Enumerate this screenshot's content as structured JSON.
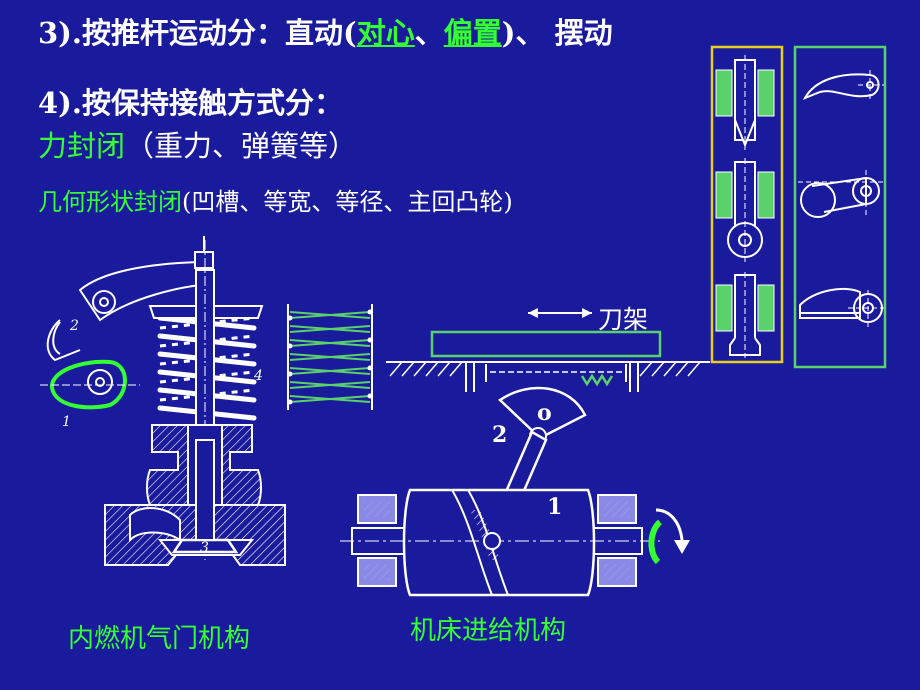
{
  "line1": {
    "prefix": "3).按推杆运动分：直动(",
    "opt1": "对心",
    "sep": "、",
    "opt2": "偏置",
    "suffix": ")、 摆动"
  },
  "line2": {
    "text": "4).按保持接触方式分："
  },
  "line3": {
    "green": "力封闭",
    "white": "（重力、弹簧等）"
  },
  "line4": {
    "green": "几何形状封闭",
    "white": "(凹槽、等宽、等径、主回凸轮)"
  },
  "labels": {
    "tool_holder": "刀架",
    "engine_caption": "内燃机气门机构",
    "lathe_caption": "机床进给机构",
    "num_2": "2",
    "num_0": "o",
    "num_1": "1",
    "engine_num_2": "2",
    "engine_num_1": "1",
    "engine_num_3": "3",
    "engine_num_4": "4"
  },
  "colors": {
    "background": "#1a1a9c",
    "highlight_green": "#33ff33",
    "box_yellow": "#e8d020",
    "guide_green": "#5ad16a",
    "drawing_white": "#ffffff",
    "cross_section": "#8a8ae6"
  }
}
